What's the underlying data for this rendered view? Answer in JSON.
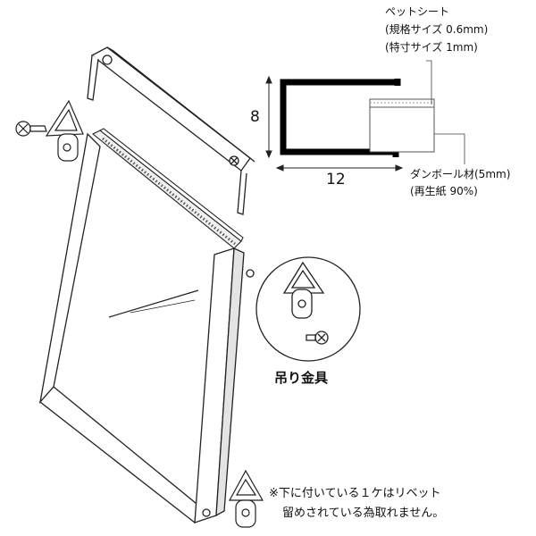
{
  "profile": {
    "height_dim": "8",
    "width_dim": "12"
  },
  "pet_sheet": {
    "title": "ペットシート",
    "spec_1": "(規格サイズ 0.6mm)",
    "spec_2": "(特寸サイズ 1mm)"
  },
  "cardboard": {
    "title": "ダンボール材(5mm)",
    "spec": "(再生紙 90%)"
  },
  "hanger": {
    "caption": "吊り金具"
  },
  "note": {
    "line_1": "※下に付いている１ケはリベット",
    "line_2": "留めされている為取れません。"
  },
  "colors": {
    "line": "#222222",
    "profile": "#000000",
    "bg": "#ffffff"
  }
}
